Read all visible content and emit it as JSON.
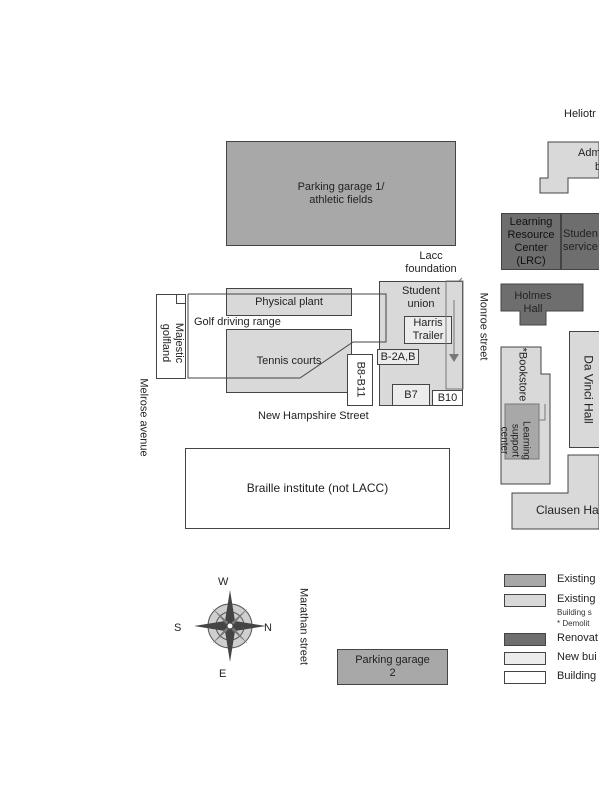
{
  "map": {
    "top_label": "Heliotr",
    "parking_garage_1": "Parking garage 1/ athletic fields",
    "administration": "Adm",
    "administration_b": "b",
    "lrc": "Learning Resource Center (LRC)",
    "student_services": "Studen service",
    "holmes_hall": "Holmes Hall",
    "lacc_foundation": "Lacc foundation",
    "student_union": "Student union",
    "harris_trailer": "Harris Trailer",
    "physical_plant": "Physical plant",
    "golf_driving_range": "Golf driving range",
    "majestic_golfland": "Majestic golfland",
    "tennis_courts": "Tennis courts",
    "b2ab": "B-2A,B",
    "b8b11": "B8-B11",
    "b7": "B7",
    "b10": "B10",
    "monroe_street": "Monroe street",
    "bookstore": "*Bookstore",
    "learning_support_center": "Learning support center",
    "da_vinci_hall": "Da Vinci Hall",
    "new_hampshire_street": "New Hampshire Street",
    "melrose_avenue": "Melrose avenue",
    "braille_institute": "Braille institute (not LACC)",
    "clausen_hall": "Clausen Ha",
    "marathon_street": "Marathan street",
    "parking_garage_2": "Parking garage 2",
    "compass": {
      "w": "W",
      "s": "S",
      "n": "N",
      "e": "E"
    }
  },
  "legend": {
    "items": [
      {
        "label": "Existing",
        "color": "#a8a8a8"
      },
      {
        "label": "Existing",
        "color": "#d9d9d9",
        "note1": "Building s",
        "note2": "* Demolit"
      },
      {
        "label": "Renovat",
        "color": "#6e6e6e"
      },
      {
        "label": "New bui",
        "color": "#ececec"
      },
      {
        "label": "Building",
        "color": "#ffffff"
      }
    ]
  }
}
